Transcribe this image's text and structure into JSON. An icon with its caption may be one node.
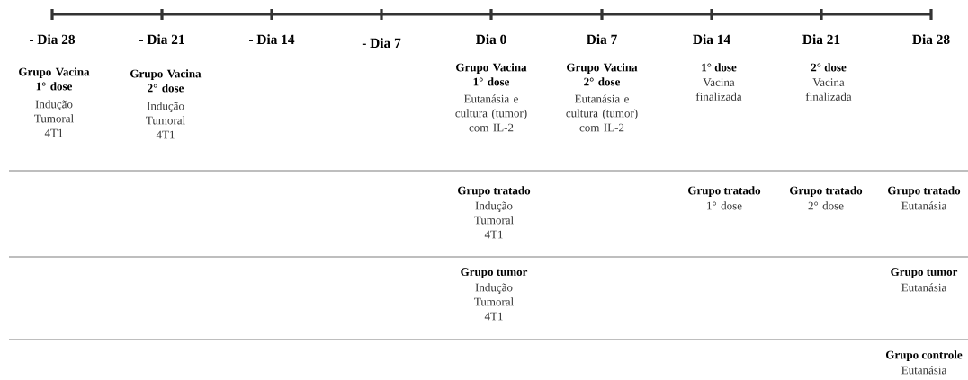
{
  "diagram": {
    "labels": [
      "- Dia 28",
      "- Dia 21",
      "- Dia 14",
      "- Dia 7",
      "Dia 0",
      "Dia 7",
      "Dia 14",
      "Dia 21",
      "Dia 28",
      "Grupo Vacina 1° dose",
      "Indução Tumoral 4T1",
      "Grupo Vacina 2° dose",
      "Indução Tumoral 4T1",
      "Grupo Vacina 1° dose",
      "Eutanásia e cultura (tumor) com IL-2",
      "Grupo Vacina 2° dose",
      "Eutanásia e cultura (tumor) com IL-2",
      "1° dose",
      "Vacina finalizada",
      "2° dose",
      "Vacina finalizada",
      "Grupo tratado",
      "Indução Tumoral 4T1",
      "Grupo tratado",
      "1° dose",
      "Grupo tratado",
      "2° dose",
      "Grupo tratado",
      "Eutanásia",
      "Grupo tumor",
      "Indução Tumoral 4T1",
      "Grupo tumor",
      "Eutanásia",
      "Grupo controle",
      "Eutanásia"
    ]
  }
}
